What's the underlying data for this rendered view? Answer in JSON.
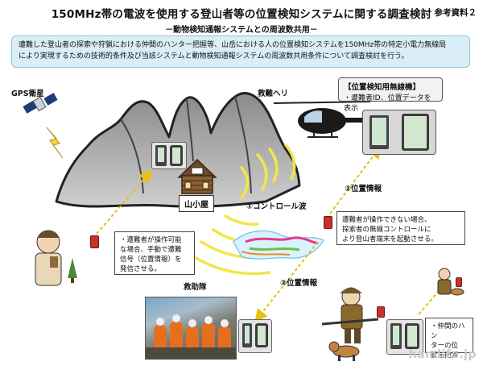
{
  "title": "150MHz帯の電波を使用する登山者等の位置検知システムに関する調査検討",
  "subtitle": "－動物検知通報システムとの周波数共用－",
  "ref_label": "参考資料２",
  "summary": {
    "line1": "遭難した登山者の探索や狩猟における仲間のハンター把握等、山岳における人の位置検知システムを150MHz帯の特定小電力無線局",
    "line2": "により実現するための技術的条件及び当該システムと動物検知通報システムの周波数共用条件について調査検討を行う。"
  },
  "labels": {
    "gps": "GPS衛星",
    "heli": "救難ヘリ",
    "hut": "山小屋",
    "control_wave": "①コントロール波",
    "position_info_upper": "②位置情報",
    "position_info_lower": "②位置情報",
    "rescue_team": "救助隊"
  },
  "device_box": {
    "title": "【位置検知用無線機】",
    "bullet": "・遭難者ID、位置データを表示"
  },
  "callouts": {
    "victim_operable": [
      "・遭難者が操作可能",
      "な場合、手動で遭難",
      "信号（位置情報）を",
      "発信させる。"
    ],
    "victim_unable": [
      "遭難者が操作できない場合、",
      "探索者の無線コントロールに",
      "より登山者端末を起動させる。"
    ],
    "hunter": [
      "・仲間のハン",
      "ターの位",
      "置を把握"
    ]
  },
  "watermark": "hamlife.jp",
  "colors": {
    "mountain": "#888888",
    "wave": "#f2e64a",
    "arrow": "#e8c10a",
    "summary_bg": "#d9eef7",
    "radio": "#c9302c"
  }
}
